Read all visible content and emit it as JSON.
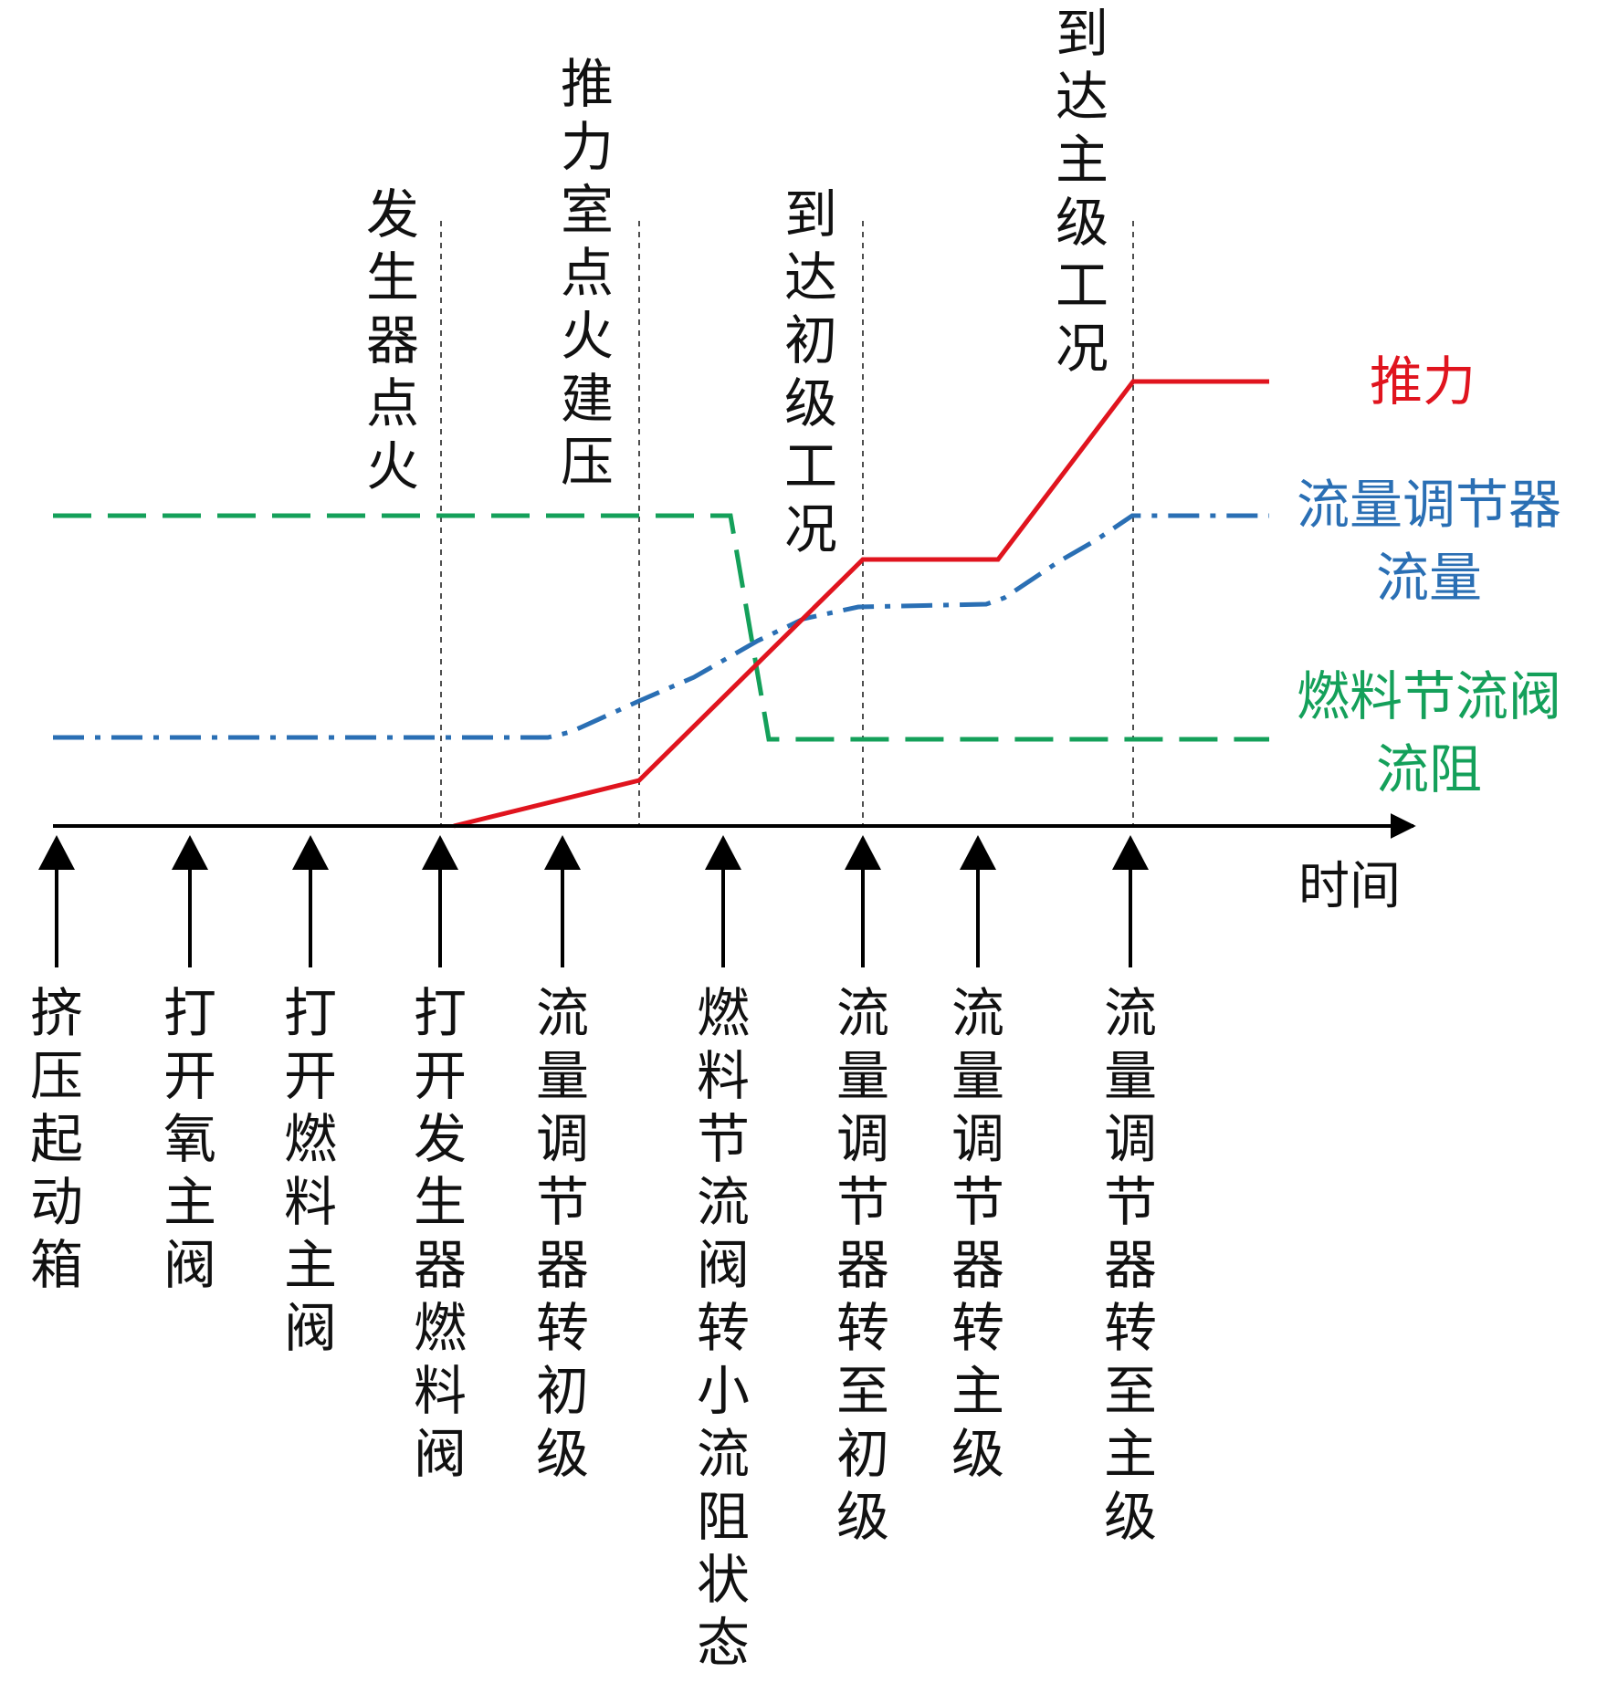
{
  "axis": {
    "x_label": "时间"
  },
  "phase_markers": [
    {
      "id": "gen-ignition",
      "label": "发生器点火"
    },
    {
      "id": "chamber-ignition",
      "label": "推力室点火建压"
    },
    {
      "id": "primary-reached",
      "label": "到达初级工况"
    },
    {
      "id": "main-reached",
      "label": "到达主级工况"
    }
  ],
  "events": [
    "挤压起动箱",
    "打开氧主阀",
    "打开燃料主阀",
    "打开发生器燃料阀",
    "流量调节器转初级",
    "燃料节流阀转小流阻状态",
    "流量调节器转至初级",
    "流量调节器转主级",
    "流量调节器转至主级"
  ],
  "legend": {
    "thrust": {
      "label": "推力",
      "color": "#e0141e"
    },
    "flow": {
      "label_line1": "流量调节器",
      "label_line2": "流量",
      "color": "#2a6fb4"
    },
    "valve": {
      "label_line1": "燃料节流阀",
      "label_line2": "流阻",
      "color": "#14a05a"
    }
  }
}
